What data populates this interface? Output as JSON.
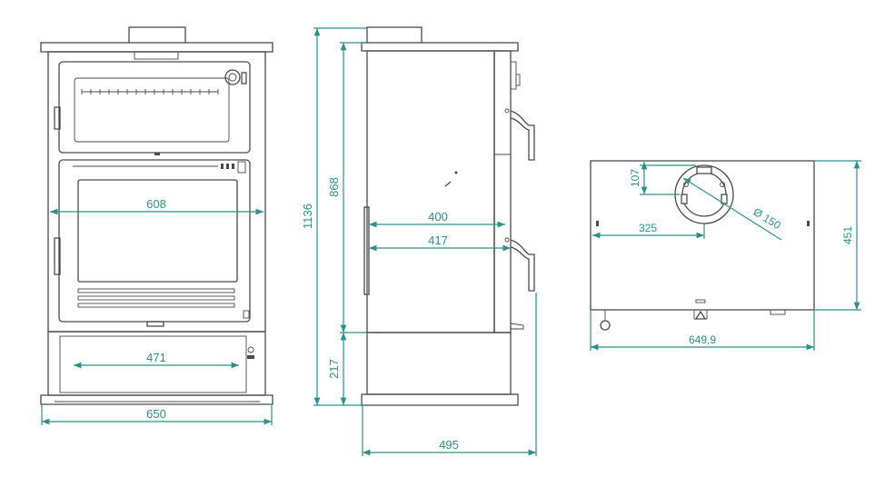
{
  "dimensions": {
    "inner_width": "608",
    "ash_drawer_width": "471",
    "overall_width": "650",
    "overall_height": "1136",
    "body_height": "868",
    "base_height": "217",
    "depth_400": "400",
    "depth_417": "417",
    "overall_depth": "495",
    "flue_offset_y": "107",
    "flue_offset_x": "325",
    "flue_diameter": "Ø 150",
    "plan_depth": "451",
    "plan_width": "649,9"
  },
  "colors": {
    "line": "#4a4a4a",
    "dimension": "#2f8f8a"
  }
}
